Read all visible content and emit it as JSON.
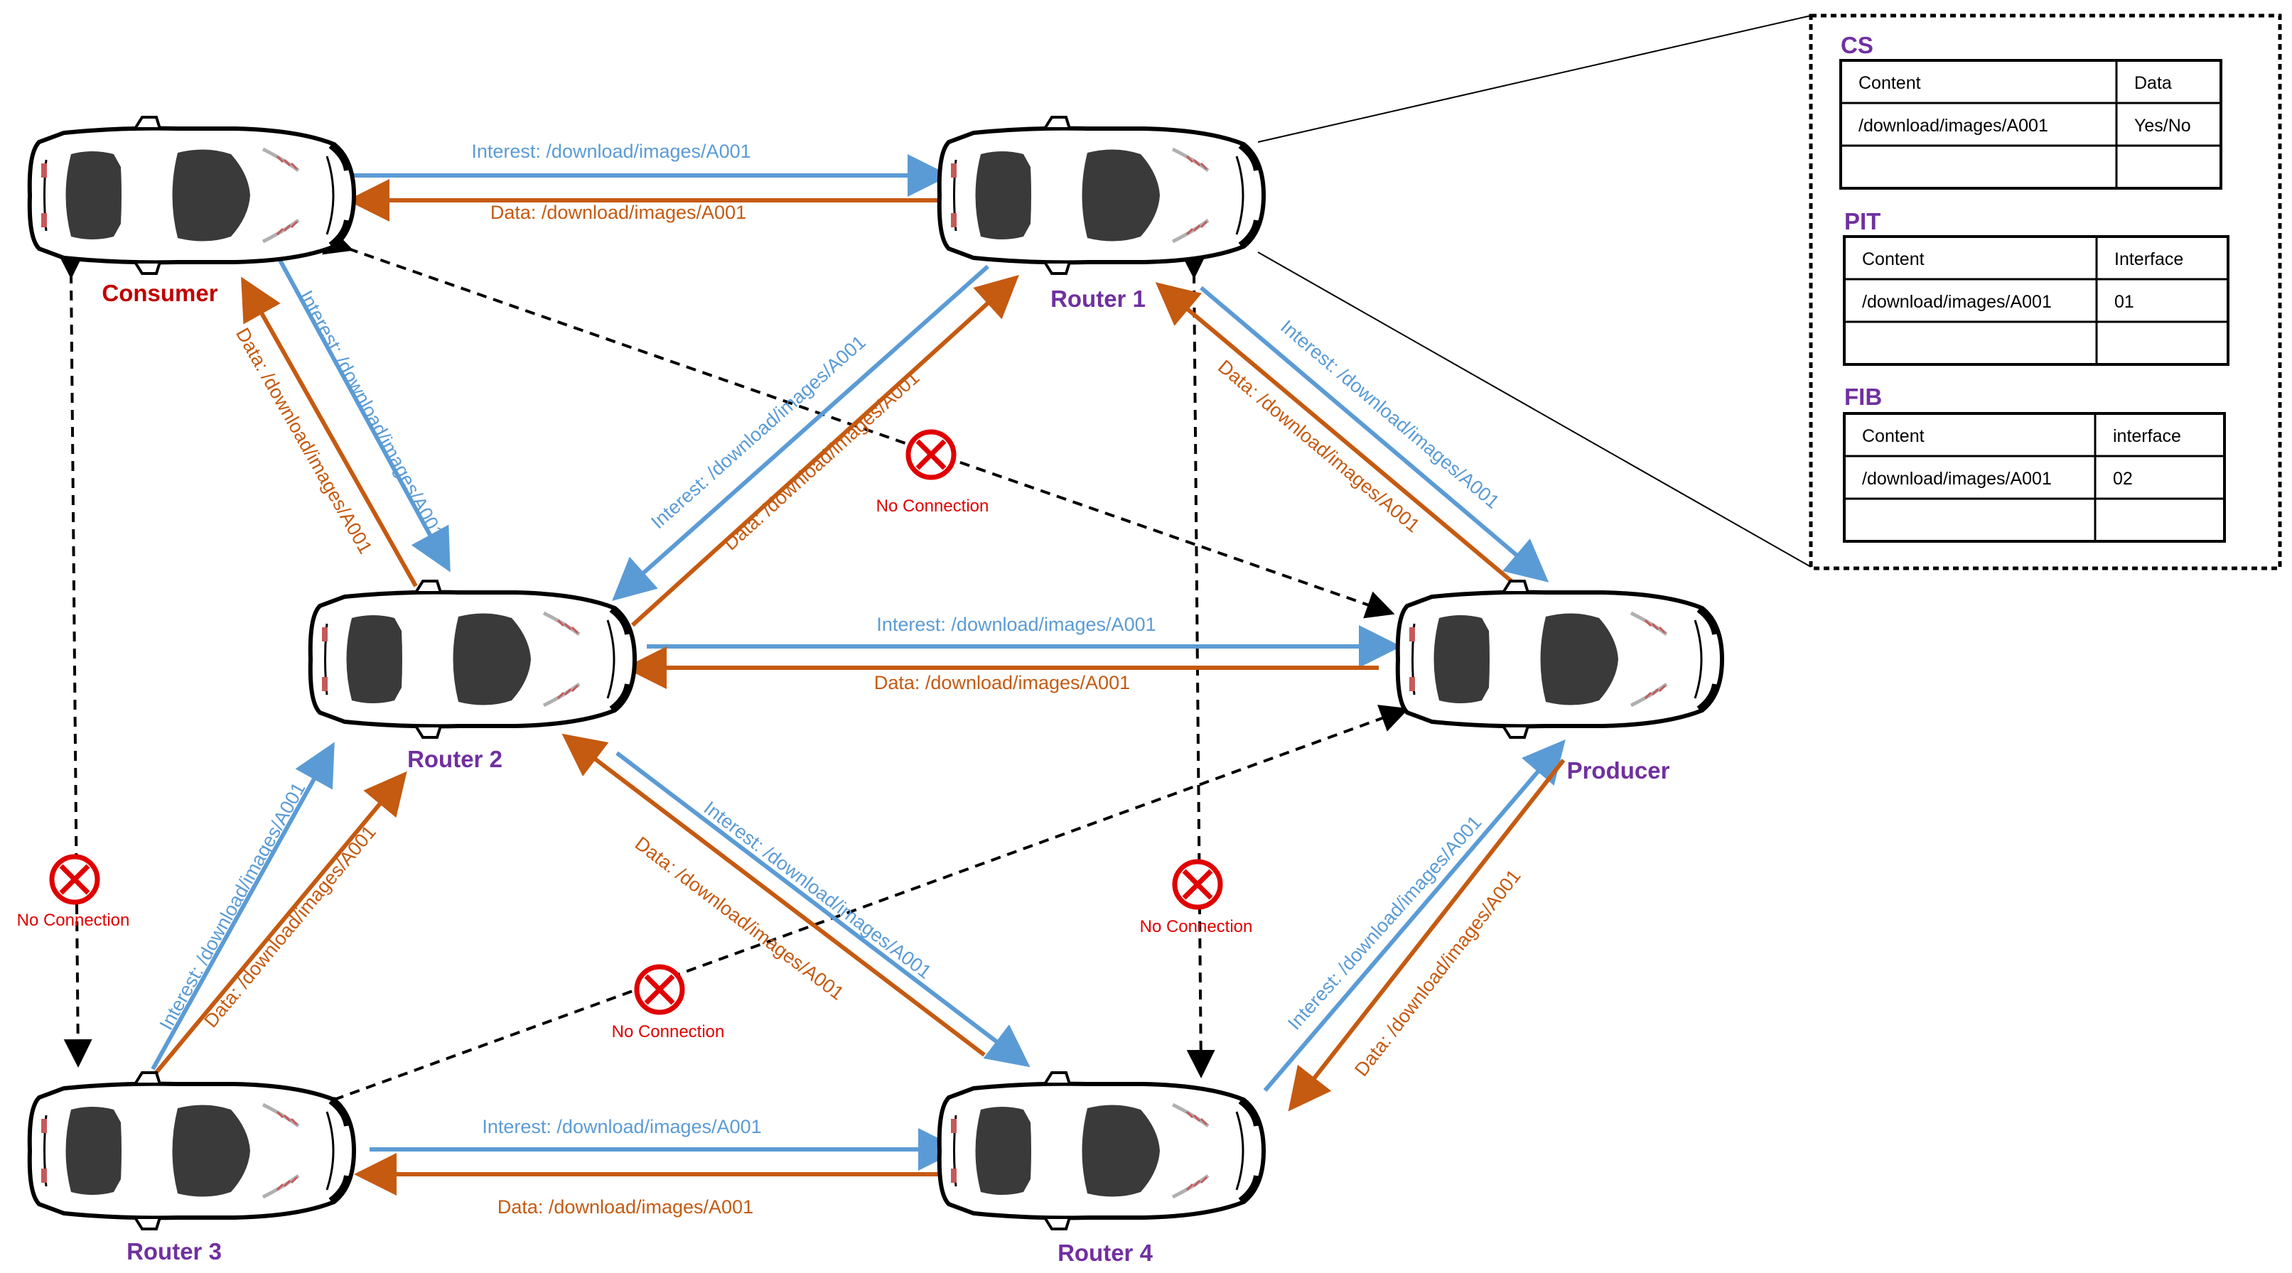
{
  "colors": {
    "interest": "#5b9bd5",
    "data": "#c55a11",
    "consumer_label": "#c00000",
    "router_label": "#7030a0",
    "no_connection": "#e00000"
  },
  "nodes": {
    "consumer": "Consumer",
    "router1": "Router 1",
    "router2": "Router 2",
    "router3": "Router 3",
    "router4": "Router 4",
    "producer": "Producer"
  },
  "edges": [
    {
      "id": "c-r1-interest",
      "kind": "interest",
      "label": "Interest: /download/images/A001"
    },
    {
      "id": "r1-c-data",
      "kind": "data",
      "label": "Data: /download/images/A001"
    },
    {
      "id": "c-r2-interest",
      "kind": "interest",
      "label": "Interest: /download/images/A001"
    },
    {
      "id": "r2-c-data",
      "kind": "data",
      "label": "Data: /download/images/A001"
    },
    {
      "id": "r1-r2-interest",
      "kind": "interest",
      "label": "Interest: /download/images/A001"
    },
    {
      "id": "r2-r1-data",
      "kind": "data",
      "label": "Data: /download/images/A001"
    },
    {
      "id": "r1-p-interest",
      "kind": "interest",
      "label": "Interest: /download/images/A001"
    },
    {
      "id": "p-r1-data",
      "kind": "data",
      "label": "Data: /download/images/A001"
    },
    {
      "id": "r2-p-interest",
      "kind": "interest",
      "label": "Interest: /download/images/A001"
    },
    {
      "id": "p-r2-data",
      "kind": "data",
      "label": "Data: /download/images/A001"
    },
    {
      "id": "r3-r2-interest",
      "kind": "interest",
      "label": "Interest: /download/images/A001"
    },
    {
      "id": "r2-r3-data",
      "kind": "data",
      "label": "Data: /download/images/A001"
    },
    {
      "id": "r2-r4-interest",
      "kind": "interest",
      "label": "Interest: /download/images/A001"
    },
    {
      "id": "r4-r2-data",
      "kind": "data",
      "label": "Data: /download/images/A001"
    },
    {
      "id": "r3-r4-interest",
      "kind": "interest",
      "label": "Interest: /download/images/A001"
    },
    {
      "id": "r4-r3-data",
      "kind": "data",
      "label": "Data: /download/images/A001"
    },
    {
      "id": "r4-p-interest",
      "kind": "interest",
      "label": "Interest: /download/images/A001"
    },
    {
      "id": "p-r4-data",
      "kind": "data",
      "label": "Data: /download/images/A001"
    }
  ],
  "no_connection_label": "No Connection",
  "tables": {
    "cs": {
      "title": "CS",
      "headers": [
        "Content",
        "Data"
      ],
      "rows": [
        [
          "/download/images/A001",
          "Yes/No"
        ],
        [
          "",
          ""
        ]
      ]
    },
    "pit": {
      "title": "PIT",
      "headers": [
        "Content",
        "Interface"
      ],
      "rows": [
        [
          "/download/images/A001",
          "01"
        ],
        [
          "",
          ""
        ]
      ]
    },
    "fib": {
      "title": "FIB",
      "headers": [
        "Content",
        "interface"
      ],
      "rows": [
        [
          "/download/images/A001",
          "02"
        ],
        [
          "",
          ""
        ]
      ]
    }
  }
}
